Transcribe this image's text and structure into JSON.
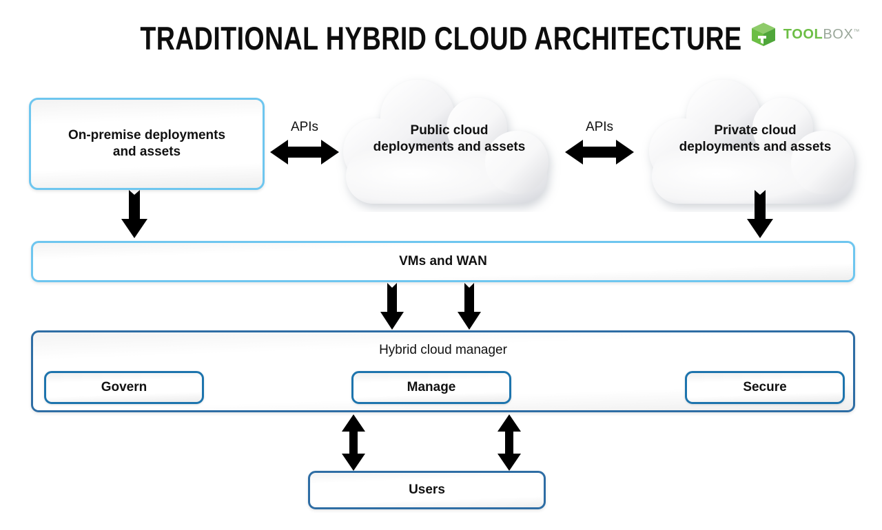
{
  "header": {
    "title": "TRADITIONAL HYBRID CLOUD ARCHITECTURE",
    "logo": {
      "icon": "toolbox-cube-icon",
      "word_primary": "TOOL",
      "word_secondary": "BOX",
      "trademark": "™"
    }
  },
  "colors": {
    "accent_light_blue": "#6ec6ef",
    "accent_dark_blue": "#2e6da4",
    "chip_blue": "#1d74ad",
    "brand_green": "#6cbe45",
    "brand_gray": "#9aa79a",
    "arrow_black": "#000000",
    "background": "#ffffff"
  },
  "nodes": {
    "onprem": {
      "label": "On-premise deployments\nand assets"
    },
    "public_cloud": {
      "line1": "Public cloud",
      "line2": "deployments and assets"
    },
    "private_cloud": {
      "line1": "Private cloud",
      "line2": "deployments and assets"
    },
    "vms_wan": {
      "label": "VMs and WAN"
    },
    "hybrid_manager": {
      "title": "Hybrid cloud manager",
      "chips": [
        {
          "label": "Govern"
        },
        {
          "label": "Manage"
        },
        {
          "label": "Secure"
        }
      ]
    },
    "users": {
      "label": "Users"
    }
  },
  "connectors": {
    "api_left": {
      "label": "APIs",
      "kind": "double-horizontal"
    },
    "api_right": {
      "label": "APIs",
      "kind": "double-horizontal"
    },
    "onprem_to_vms": {
      "kind": "down"
    },
    "private_to_vms": {
      "kind": "down"
    },
    "vms_to_manager_a": {
      "kind": "down"
    },
    "vms_to_manager_b": {
      "kind": "down"
    },
    "manager_to_users_a": {
      "kind": "double-vertical"
    },
    "manager_to_users_b": {
      "kind": "double-vertical"
    }
  }
}
